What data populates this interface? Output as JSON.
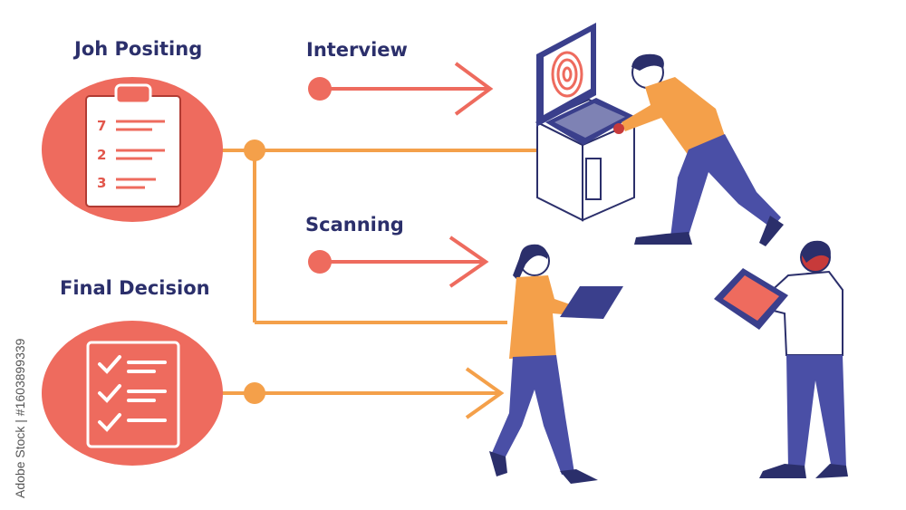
{
  "labels": {
    "job_positing": "Joh Positing",
    "interview": "Interview",
    "scanning": "Scanning",
    "final_decision": "Final Decision"
  },
  "clipboard_numbers": [
    "7",
    "2",
    "3"
  ],
  "watermark": "Adobe Stock | #1603899339",
  "colors": {
    "coral": "#ee6b5e",
    "orange": "#f4a04a",
    "navy": "#2b2f6b",
    "indigo": "#4a4fa6"
  }
}
